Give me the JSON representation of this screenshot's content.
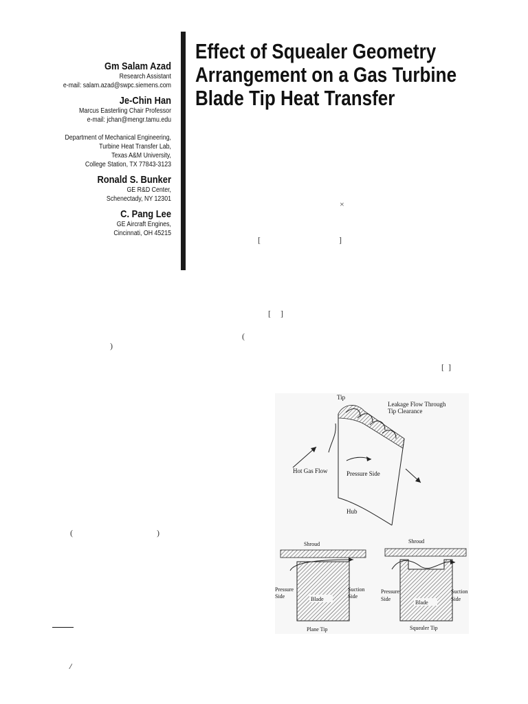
{
  "title": {
    "line1": "Effect of Squealer Geometry",
    "line2": "Arrangement on a Gas Turbine",
    "line3": "Blade Tip Heat Transfer"
  },
  "authors": [
    {
      "name": "Gm Salam Azad",
      "lines": [
        "Research Assistant",
        "e-mail: salam.azad@swpc.siemens.com"
      ]
    },
    {
      "name": "Je-Chin Han",
      "lines": [
        "Marcus Easterling Chair Professor",
        "e-mail: jchan@mengr.tamu.edu"
      ]
    }
  ],
  "affiliation": [
    "Department of Mechanical Engineering,",
    "Turbine Heat Transfer Lab,",
    "Texas A&M University,",
    "College Station, TX 77843-3123"
  ],
  "authors2": [
    {
      "name": "Ronald S. Bunker",
      "lines": [
        "GE R&D Center,",
        "Schenectady, NY 12301"
      ]
    },
    {
      "name": "C. Pang Lee",
      "lines": [
        "GE Aircraft Engines,",
        "Cincinnati, OH 45215"
      ]
    }
  ],
  "stray_marks": {
    "times": "×",
    "bracket_open": "[",
    "bracket_close": "]",
    "paren_open": "(",
    "paren_close": ")",
    "slash": "/"
  },
  "figure": {
    "tip": "Tip",
    "leakage1": "Leakage Flow Through",
    "leakage2": "Tip Clearance",
    "hot_gas": "Hot Gas Flow",
    "pressure_side": "Pressure Side",
    "hub": "Hub",
    "shroud": "Shroud",
    "pressure": "Pressure",
    "side": "Side",
    "suction": "Suction",
    "blade": "Blade",
    "plane_tip": "Plane Tip",
    "squealer_tip": "Squealer Tip"
  }
}
